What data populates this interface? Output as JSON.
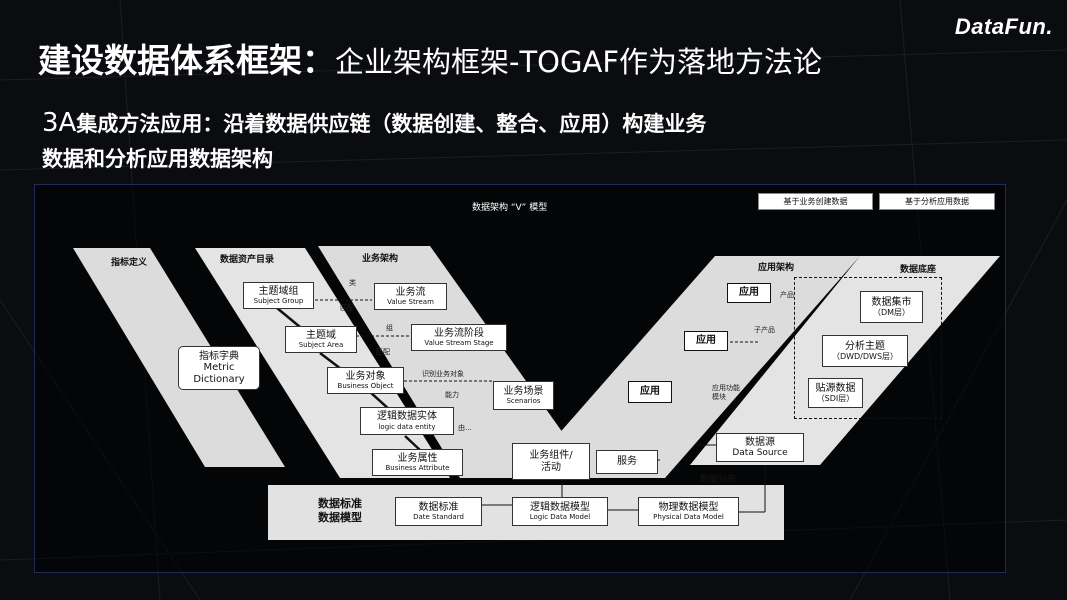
{
  "logo": "DataFun.",
  "title": {
    "main": "建设数据体系框架：",
    "sub": "企业架构框架-TOGAF作为落地方法论"
  },
  "subtitle": {
    "lead": "3A",
    "line1": "集成方法应用：沿着数据供应链（数据创建、整合、应用）构建业务",
    "line2": "数据和分析应用数据架构"
  },
  "diagram": {
    "title": "数据架构 “V” 模型",
    "legend": [
      "基于业务创建数据",
      "基于分析应用数据"
    ],
    "sections": {
      "metrics": "指标定义",
      "catalog": "数据资产目录",
      "business": "业务架构",
      "app": "应用架构",
      "base": "数据底座",
      "standard": "数据标准\n数据模型",
      "dist": "数据分布"
    },
    "boxes": {
      "subject_group": {
        "cn": "主题域组",
        "en": "Subject Group"
      },
      "subject_area": {
        "cn": "主题域",
        "en": "Subject Area"
      },
      "business_object": {
        "cn": "业务对象",
        "en": "Business Object"
      },
      "logic_entity": {
        "cn": "逻辑数据实体",
        "en": "logic  data entity"
      },
      "business_attr": {
        "cn": "业务属性",
        "en": "Business Attribute"
      },
      "value_stream": {
        "cn": "业务流",
        "en": "Value Stream"
      },
      "value_stage": {
        "cn": "业务流阶段",
        "en": "Value Stream Stage"
      },
      "scenarios": {
        "cn": "业务场景",
        "en": "Scenarios"
      },
      "component": {
        "cn": "业务组件/",
        "cn2": "活动"
      },
      "service": {
        "cn": "服务"
      },
      "metric_dict": {
        "cn": "指标字典",
        "en1": "Metric",
        "en2": "Dictionary"
      },
      "app1": "应用",
      "app2": "应用",
      "app3": "应用",
      "dm": {
        "l1": "数据集市",
        "l2": "（DM层）"
      },
      "dwd": {
        "l1": "分析主题",
        "l2": "（DWD/DWS层）"
      },
      "sdi": {
        "l1": "贴源数据",
        "l2": "（SDI层）"
      },
      "datasource": {
        "cn": "数据源",
        "en": "Data Source"
      },
      "date_standard": {
        "cn": "数据标准",
        "en": "Date Standard"
      },
      "logic_model": {
        "cn": "逻辑数据模型",
        "en": "Logic Data Model"
      },
      "physical_model": {
        "cn": "物理数据模型",
        "en": "Physical Data Model"
      }
    },
    "small_labels": {
      "product": "产品",
      "subproduct": "子产品",
      "app_mod": "应用功能\n模块",
      "lei": "类",
      "pipei1": "匹配",
      "zu": "组",
      "pipei2": "匹配",
      "ability": "能力",
      "object_tag": "识别业务对象",
      "you": "由..."
    }
  }
}
